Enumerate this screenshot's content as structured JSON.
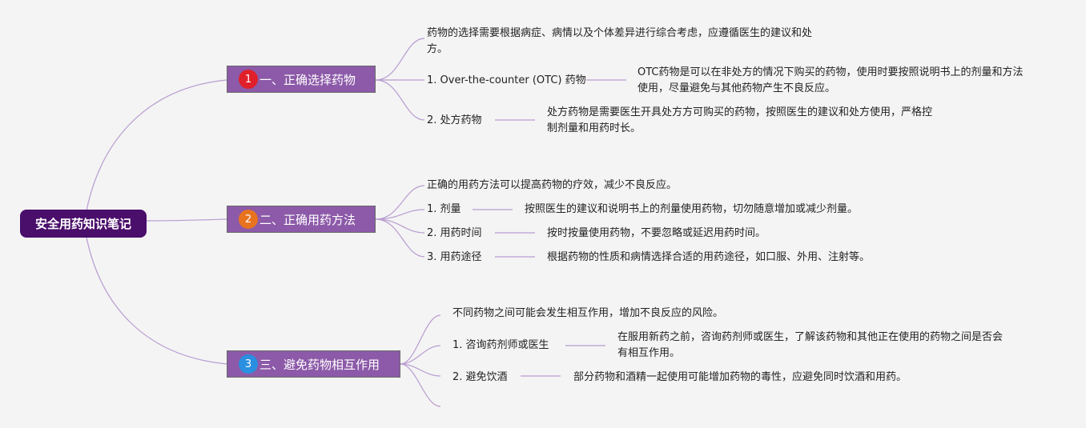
{
  "root": {
    "title": "安全用药知识笔记"
  },
  "colors": {
    "root_bg": "#4a0e6b",
    "branch_bg": "#8c5aa8",
    "line": "#b79cd0"
  },
  "branches": [
    {
      "number": "1",
      "number_color": "#e0202a",
      "label": "一、正确选择药物",
      "intro": "药物的选择需要根据病症、病情以及个体差异进行综合考虑，应遵循医生的建议和处方。",
      "items": [
        {
          "label": "1. Over-the-counter (OTC) 药物",
          "detail": "OTC药物是可以在非处方的情况下购买的药物，使用时要按照说明书上的剂量和方法使用，尽量避免与其他药物产生不良反应。"
        },
        {
          "label": "2. 处方药物",
          "detail": "处方药物是需要医生开具处方方可购买的药物，按照医生的建议和处方使用，严格控制剂量和用药时长。"
        }
      ]
    },
    {
      "number": "2",
      "number_color": "#e8731f",
      "label": "二、正确用药方法",
      "intro": "正确的用药方法可以提高药物的疗效，减少不良反应。",
      "items": [
        {
          "label": "1. 剂量",
          "detail": "按照医生的建议和说明书上的剂量使用药物，切勿随意增加或减少剂量。"
        },
        {
          "label": "2. 用药时间",
          "detail": "按时按量使用药物，不要忽略或延迟用药时间。"
        },
        {
          "label": "3. 用药途径",
          "detail": "根据药物的性质和病情选择合适的用药途径，如口服、外用、注射等。"
        }
      ]
    },
    {
      "number": "3",
      "number_color": "#2a8fe0",
      "label": "三、避免药物相互作用",
      "intro": "不同药物之间可能会发生相互作用，增加不良反应的风险。",
      "items": [
        {
          "label": "1. 咨询药剂师或医生",
          "detail": "在服用新药之前，咨询药剂师或医生，了解该药物和其他正在使用的药物之间是否会有相互作用。"
        },
        {
          "label": "2. 避免饮酒",
          "detail": "部分药物和酒精一起使用可能增加药物的毒性，应避免同时饮酒和用药。"
        }
      ]
    }
  ]
}
